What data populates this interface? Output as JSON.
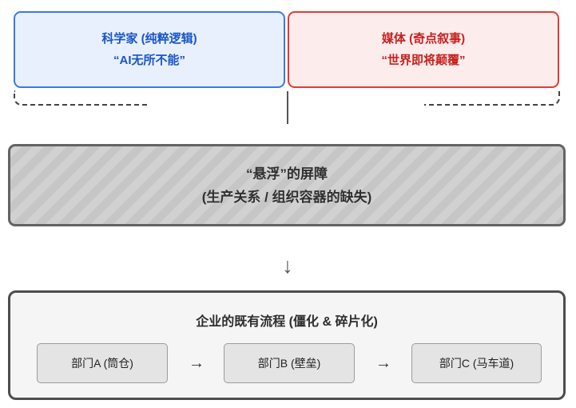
{
  "top_row": {
    "scientist": {
      "line1": "科学家 (纯粹逻辑)",
      "line2": "“AI无所不能”"
    },
    "media": {
      "line1": "媒体 (奇点叙事)",
      "line2": "“世界即将颠覆”"
    }
  },
  "barrier": {
    "line1": "“悬浮”的屏障",
    "line2": "(生产关系 / 组织容器的缺失)"
  },
  "process": {
    "title": "企业的既有流程 (僵化 & 碎片化)",
    "departments": [
      "部门A (筒仓)",
      "部门B (壁垒)",
      "部门C (马车道)"
    ]
  },
  "glyphs": {
    "down_arrow": "↓",
    "flow_arrow": "→"
  },
  "colors": {
    "scientist_border": "#3b78e8",
    "scientist_bg": "#e9f0fd",
    "scientist_text": "#1956c8",
    "media_border": "#e23c32",
    "media_bg": "#fdecec",
    "media_text": "#c5221f",
    "barrier_border": "#636363",
    "barrier_stripe_light": "#d1d1d1",
    "barrier_stripe_dark": "#c6c6c6",
    "barrier_text": "#2f2f2f",
    "process_border": "#4d4d4d",
    "process_bg": "#f5f5f5",
    "dept_bg": "#e4e4e4",
    "dept_border": "#9c9c9c",
    "connector": "#444444"
  }
}
